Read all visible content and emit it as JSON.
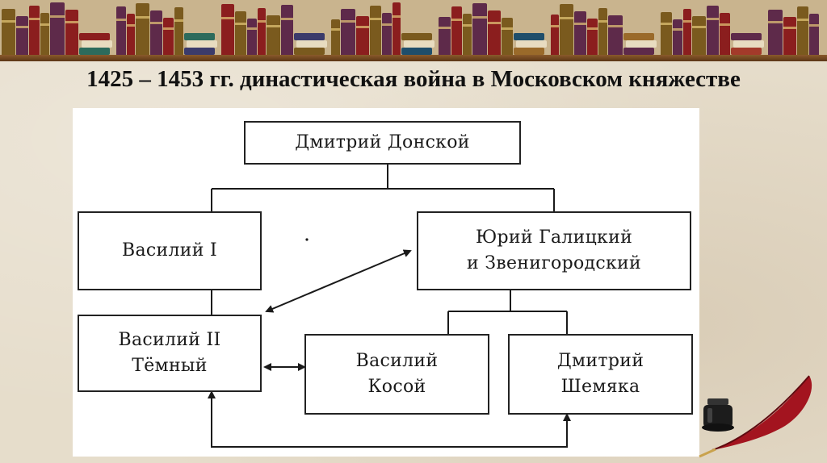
{
  "title": "1425 – 1453 гг. династическая война в Московском княжестве",
  "diagram": {
    "root": "Дмитрий Донской",
    "vasily1": "Василий I",
    "yuri": "Юрий Галицкий\nи Звенигородский",
    "vasily2": "Василий II\nТёмный",
    "vasily_kosoy": "Василий\nКосой",
    "shemyaka": "Дмитрий\nШемяка"
  },
  "colors": {
    "background": "#e6ddcb",
    "panel": "#ffffff",
    "ink": "#1a1a1a"
  },
  "icons": [
    "bookshelf-banner",
    "inkwell-icon",
    "quill-pen-icon"
  ]
}
